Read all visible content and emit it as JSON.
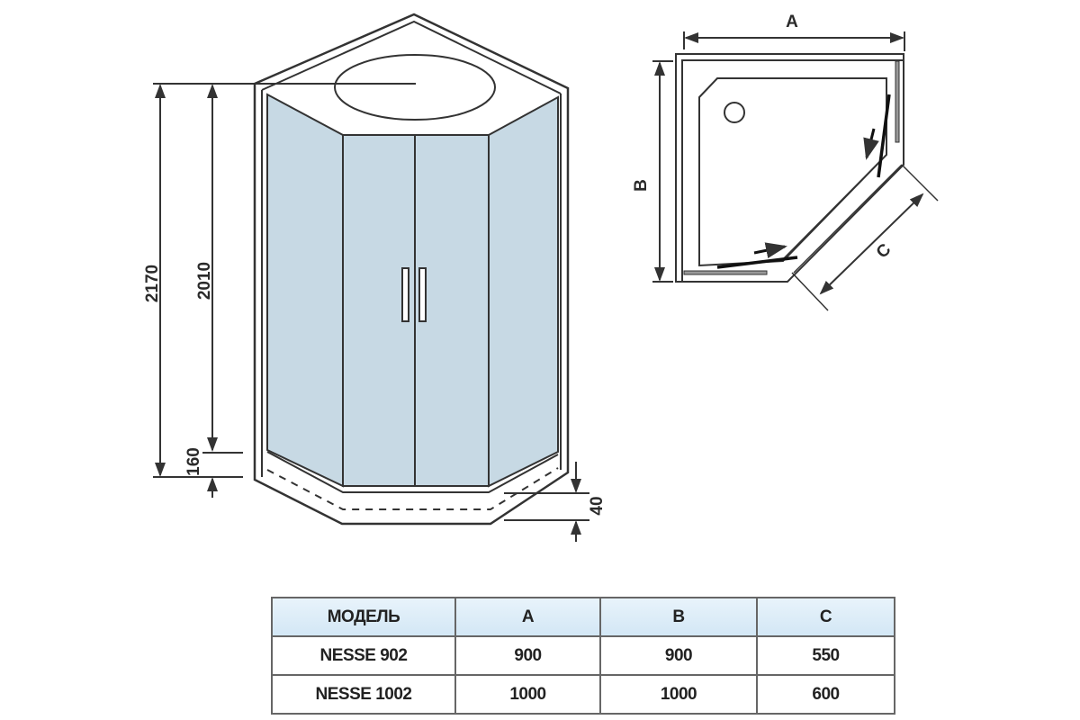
{
  "elevation": {
    "dims": {
      "total_height": "2170",
      "panel_height": "2010",
      "tray_height": "160",
      "tray_lip": "40"
    }
  },
  "plan": {
    "labels": {
      "a": "A",
      "b": "B",
      "c": "C"
    }
  },
  "table": {
    "headers": [
      "МОДЕЛЬ",
      "A",
      "B",
      "C"
    ],
    "rows": [
      [
        "NESSE 902",
        "900",
        "900",
        "550"
      ],
      [
        "NESSE 1002",
        "1000",
        "1000",
        "600"
      ]
    ]
  },
  "colors": {
    "glass": "#c7d9e4",
    "line": "#333333",
    "header": "#d8eaf6"
  }
}
